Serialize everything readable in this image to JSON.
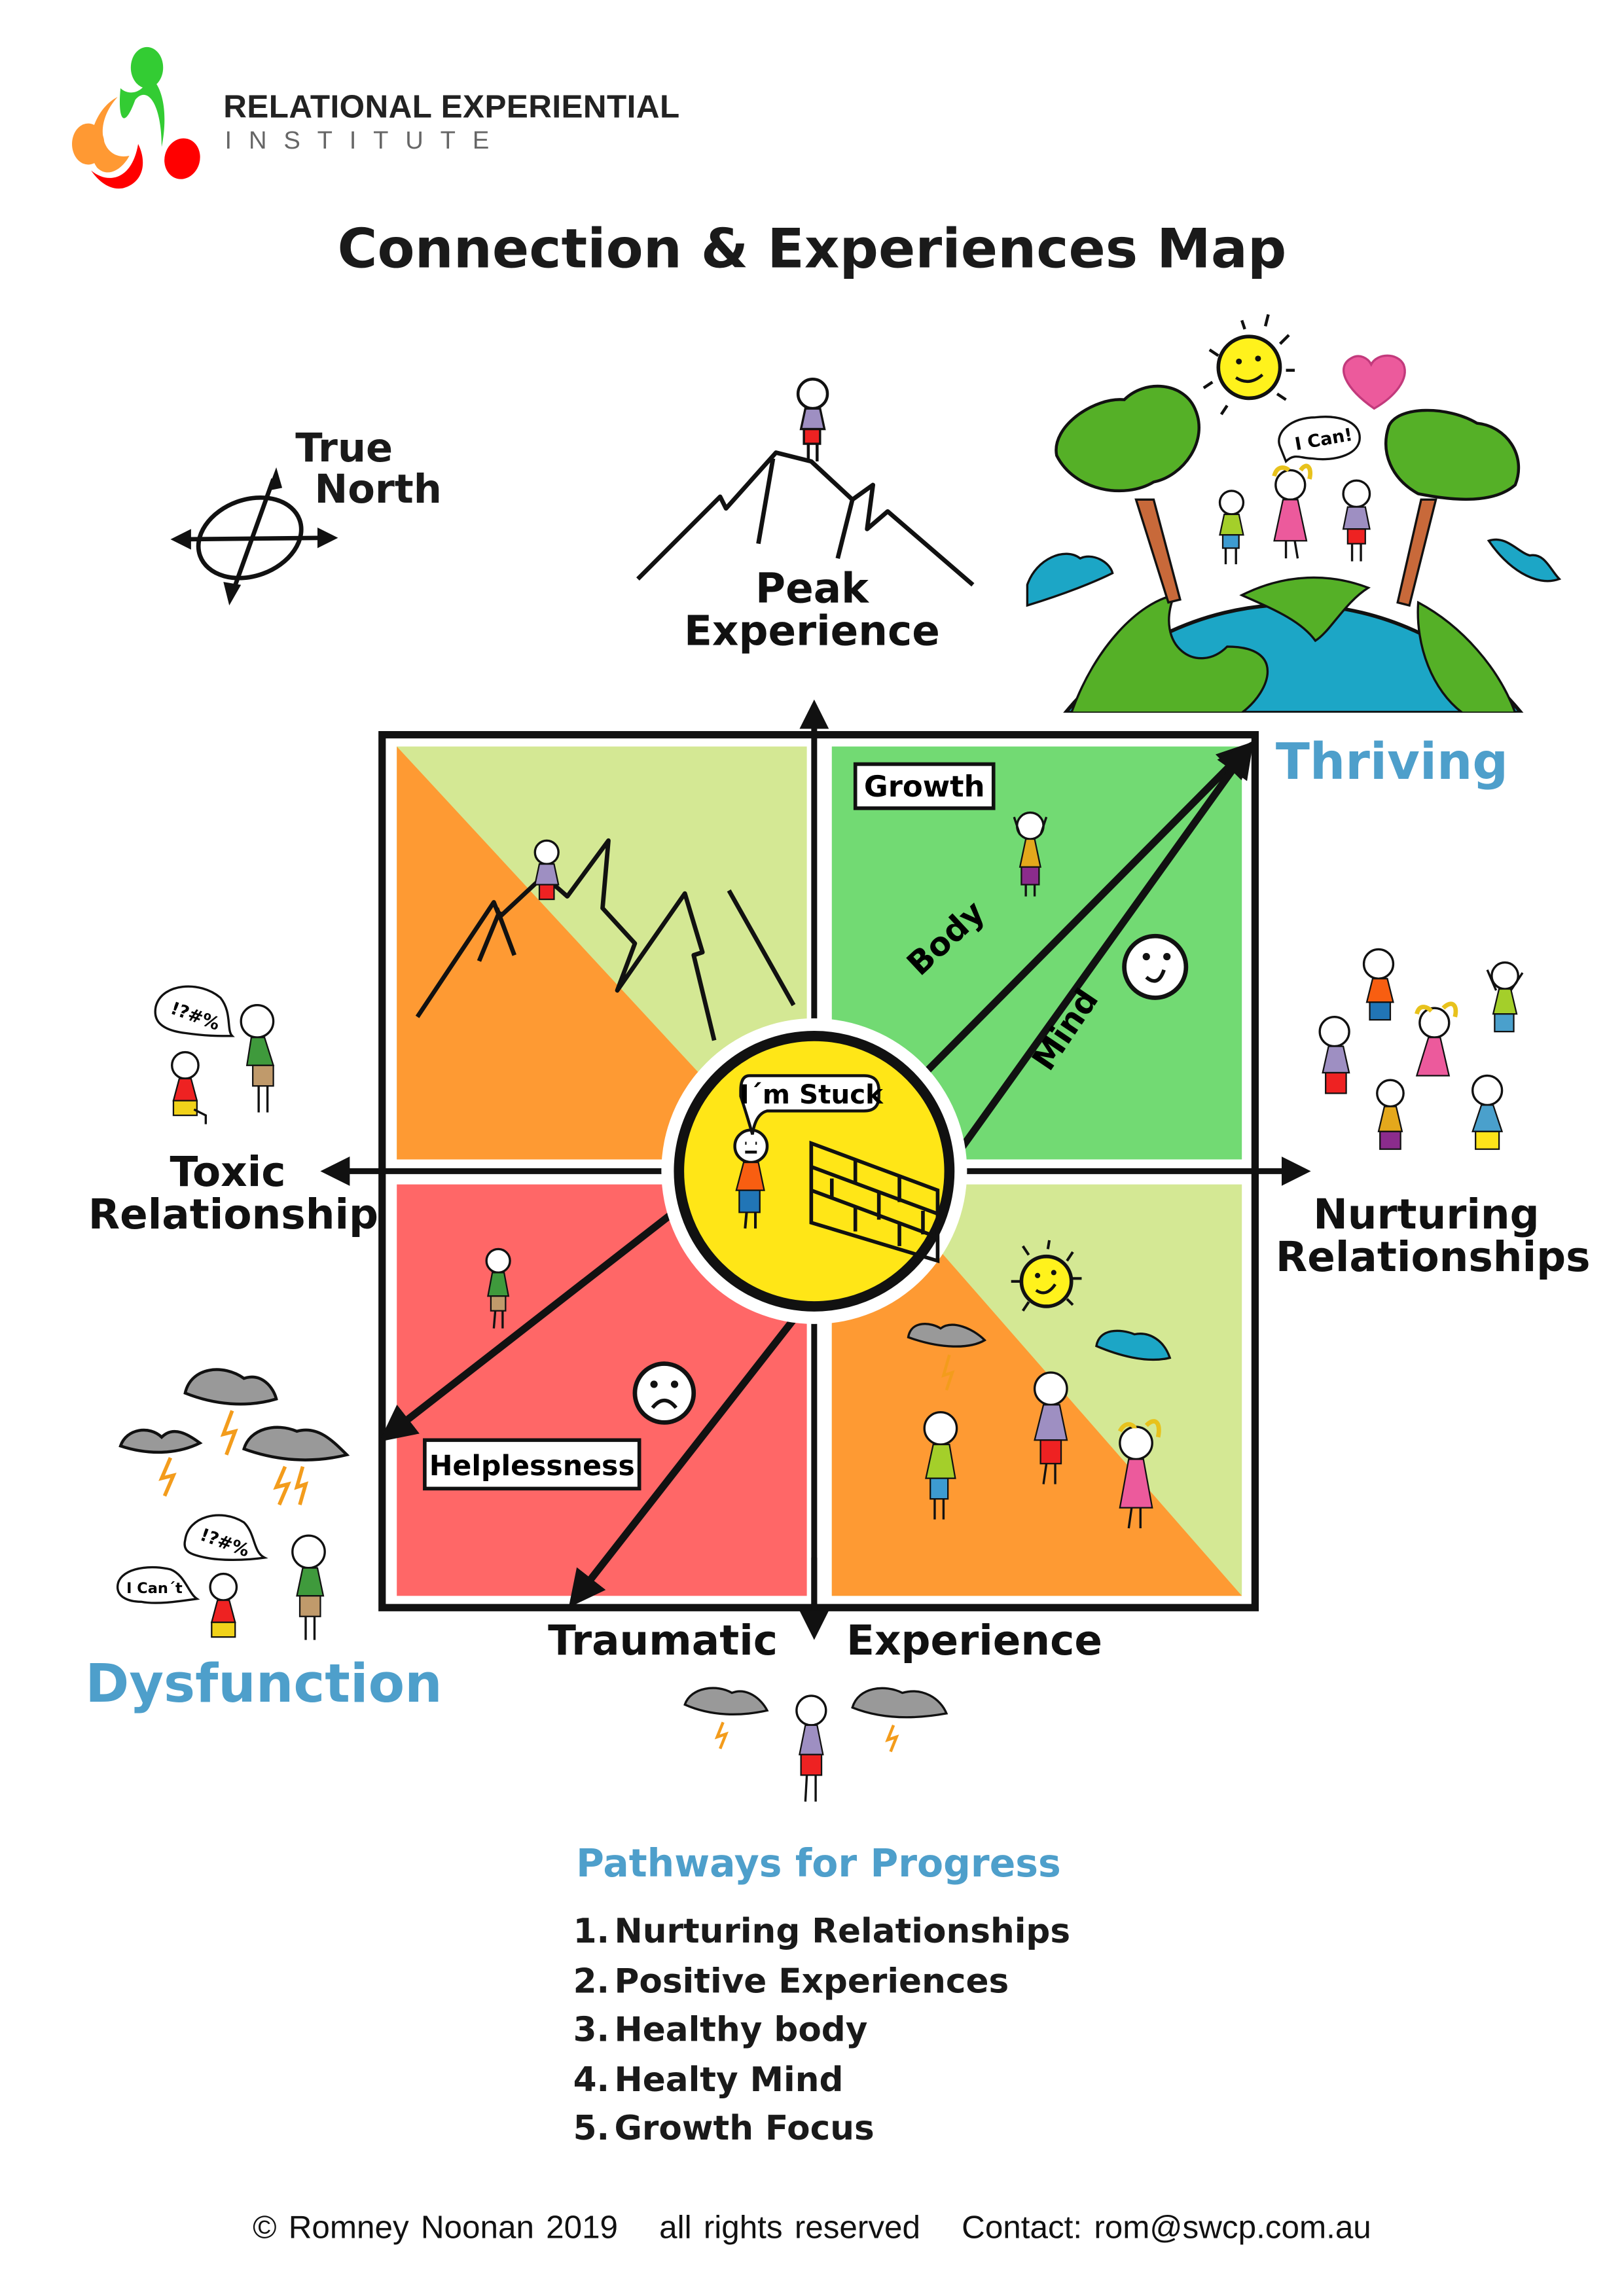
{
  "brand": {
    "name": "RELATIONAL EXPERIENTIAL",
    "subname": "INSTITUTE",
    "logo_colors": [
      "#33cc33",
      "#ff9933",
      "#ff0000"
    ]
  },
  "page_title": "Connection & Experiences Map",
  "compass": {
    "line1": "True",
    "line2": "North"
  },
  "axes": {
    "top": {
      "line1": "Peak",
      "line2": "Experience"
    },
    "bottom_left": "Traumatic",
    "bottom_right": "Experience",
    "left": {
      "line1": "Toxic",
      "line2": "Relationship"
    },
    "right": {
      "line1": "Nurturing",
      "line2": "Relationships"
    }
  },
  "outcomes": {
    "thriving": "Thriving",
    "dysfunction": "Dysfunction"
  },
  "quadrants": {
    "top_left": {
      "colors": [
        "#fe9a33",
        "#d4e894"
      ]
    },
    "top_right": {
      "tag": "Growth",
      "color": "#72da73",
      "arrow_labels": [
        "Body",
        "Mind"
      ]
    },
    "bottom_left": {
      "tag": "Helplessness",
      "color": "#ff6767"
    },
    "bottom_right": {
      "colors": [
        "#fe9a33",
        "#d4e894"
      ]
    }
  },
  "center": {
    "speech": "I´m Stuck",
    "color": "#ffe617"
  },
  "speech_bubbles": {
    "toxic": "!?#%",
    "dysfunction_angry": "!?#%",
    "dysfunction_sad": "I Can´t",
    "thriving": "I Can!"
  },
  "pathways": {
    "title": "Pathways for Progress",
    "items": [
      {
        "num": "1.",
        "text": "Nurturing Relationships"
      },
      {
        "num": "2.",
        "text": "Positive Experiences"
      },
      {
        "num": "3.",
        "text": "Healthy body"
      },
      {
        "num": "4.",
        "text": "Healty Mind"
      },
      {
        "num": "5.",
        "text": "Growth Focus"
      }
    ]
  },
  "footer": {
    "copyright": "© Romney Noonan 2019",
    "rights": "all rights reserved",
    "contact": "Contact: rom@swcp.com.au"
  }
}
